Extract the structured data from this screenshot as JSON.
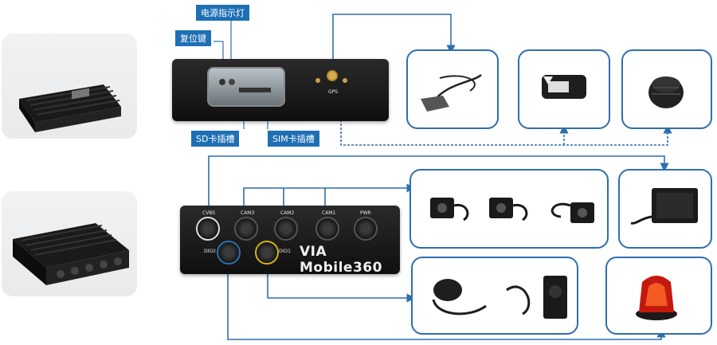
{
  "labels": {
    "power_indicator": "电源指示灯",
    "reset_button": "复位键",
    "sd_slot": "SD卡插槽",
    "sim_slot": "SIM卡插槽"
  },
  "front_panel": {
    "gps_port": "GPS"
  },
  "rear_panel": {
    "ports": [
      "CVBS",
      "CAM3",
      "CAM2",
      "CAM1",
      "PWR",
      "DIO2",
      "DIO1"
    ],
    "brand": "VIA Mobile360"
  },
  "colors": {
    "accent": "#1e6fb4",
    "line": "#2e6fae",
    "box_border": "#2e6fae"
  },
  "icons": [
    "gps-antenna-icon",
    "via-module-icon",
    "round-antenna-icon",
    "camera-icon",
    "monitor-icon",
    "speaker-icon",
    "warning-light-icon"
  ]
}
